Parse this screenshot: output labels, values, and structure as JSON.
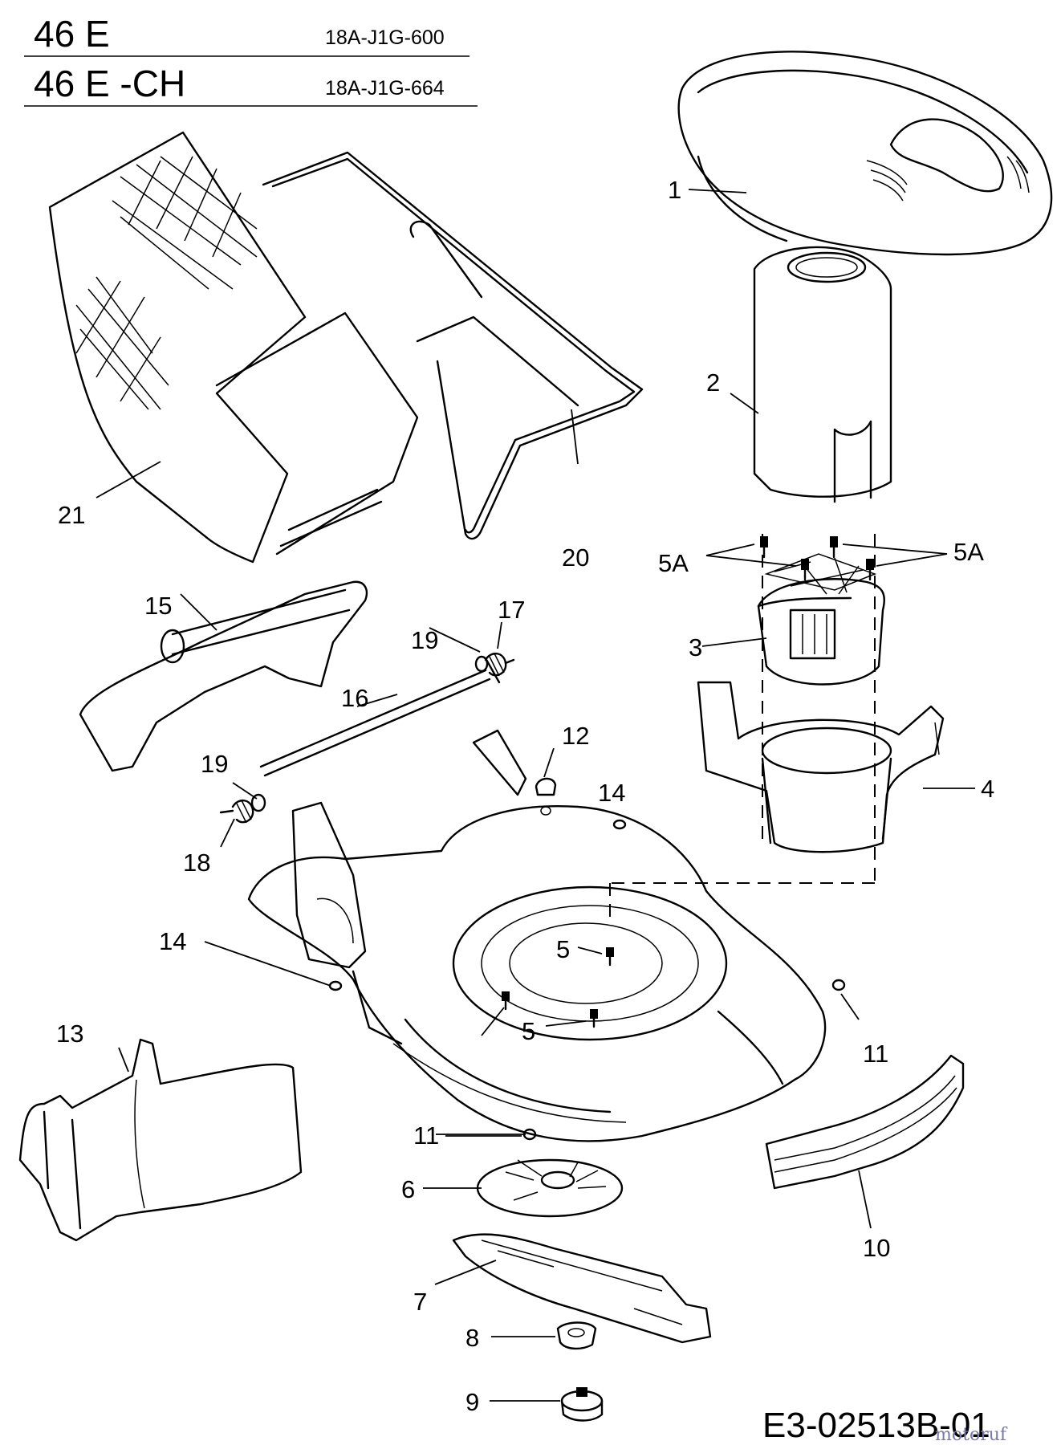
{
  "header": {
    "rows": [
      {
        "model": "46 E",
        "code": "18A-J1G-600"
      },
      {
        "model": "46 E -CH",
        "code": "18A-J1G-664"
      }
    ]
  },
  "callouts": {
    "p1": "1",
    "p2": "2",
    "p3": "3",
    "p4": "4",
    "p5a_left": "5A",
    "p5a_right": "5A",
    "p5_upper": "5",
    "p5_lower": "5",
    "p6": "6",
    "p7": "7",
    "p8": "8",
    "p9": "9",
    "p10": "10",
    "p11_right": "11",
    "p11_lower": "11",
    "p12": "12",
    "p13": "13",
    "p14_left": "14",
    "p14_right": "14",
    "p15": "15",
    "p16": "16",
    "p17": "17",
    "p18": "18",
    "p19_upper": "19",
    "p19_lower": "19",
    "p20": "20",
    "p21": "21"
  },
  "footer": {
    "drawing_code": "E3-02513B-01",
    "brand": "motoruf"
  },
  "icons": {
    "hood": "motor-hood-icon",
    "blade": "mower-blade-icon"
  }
}
